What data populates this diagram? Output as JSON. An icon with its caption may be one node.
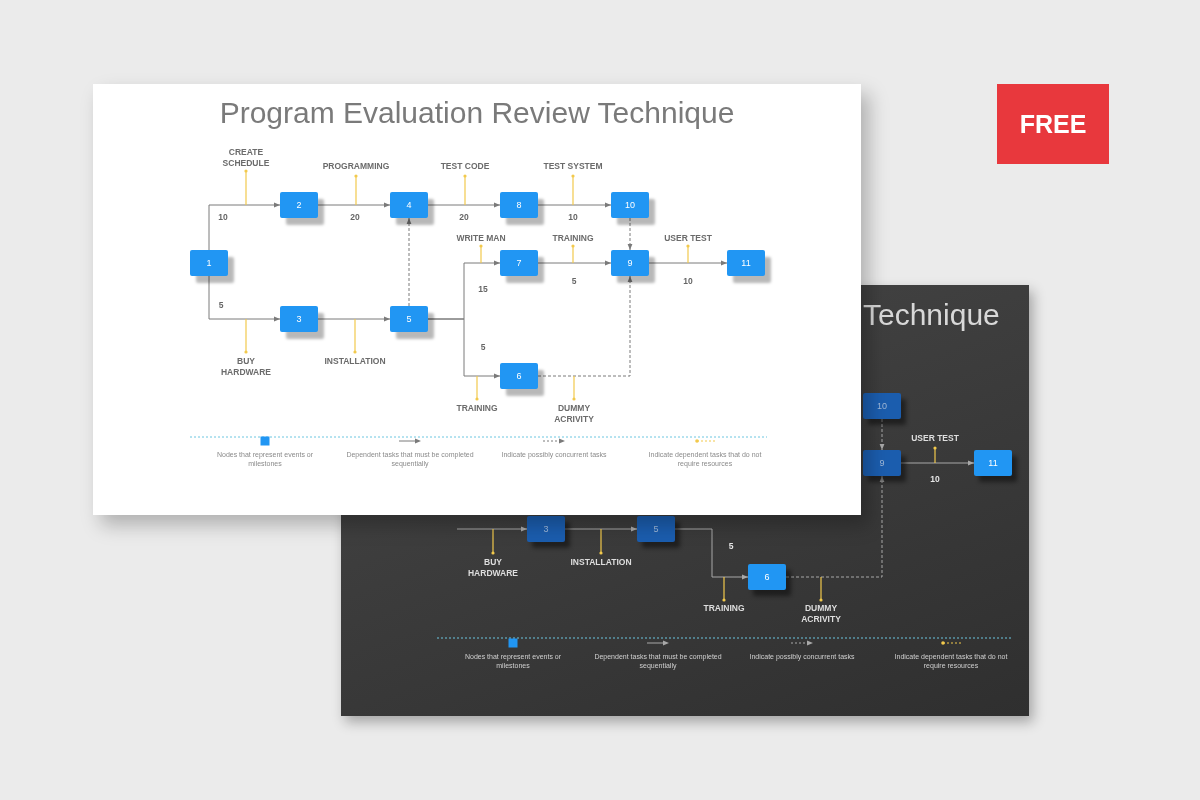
{
  "diagram": {
    "title": "Program Evaluation Review Technique",
    "nodes": [
      {
        "text": [
          "1"
        ]
      },
      {
        "text": [
          "2"
        ]
      },
      {
        "text": [
          "3"
        ]
      },
      {
        "text": [
          "4"
        ]
      },
      {
        "text": [
          "5"
        ]
      },
      {
        "text": [
          "6"
        ]
      },
      {
        "text": [
          "7"
        ]
      },
      {
        "text": [
          "8"
        ]
      },
      {
        "text": [
          "9"
        ]
      },
      {
        "text": [
          "10"
        ]
      },
      {
        "text": [
          "11"
        ]
      },
      {
        "text": [
          "10"
        ]
      },
      {
        "text": [
          "9"
        ]
      },
      {
        "text": [
          "11"
        ]
      },
      {
        "text": [
          "3"
        ]
      },
      {
        "text": [
          "5"
        ]
      },
      {
        "text": [
          "6"
        ]
      }
    ],
    "edges": [
      {
        "from": 0,
        "to": 1,
        "arrow": "to",
        "label": "10"
      },
      {
        "from": 0,
        "to": 2,
        "arrow": "to",
        "label": "5"
      },
      {
        "from": 1,
        "to": 3,
        "arrow": "to",
        "label": "20"
      },
      {
        "from": 2,
        "to": 4,
        "arrow": "to"
      },
      {
        "from": 3,
        "to": 7,
        "arrow": "to",
        "label": "20"
      },
      {
        "from": 7,
        "to": 9,
        "arrow": "to",
        "label": "10"
      },
      {
        "from": 4,
        "to": 3,
        "arrow": "to",
        "style": "dashed"
      },
      {
        "from": 4,
        "to": 6,
        "arrow": "to",
        "label": "15"
      },
      {
        "from": 4,
        "to": 5,
        "arrow": "to",
        "label": "5"
      },
      {
        "from": 6,
        "to": 8,
        "arrow": "to",
        "label": "5"
      },
      {
        "from": 9,
        "to": 8,
        "arrow": "to",
        "style": "dashed"
      },
      {
        "from": 5,
        "to": 8,
        "arrow": "to",
        "style": "dashed"
      },
      {
        "from": 8,
        "to": 10,
        "arrow": "to",
        "label": "10"
      },
      {
        "from": 11,
        "to": 12,
        "arrow": "to",
        "style": "dashed",
        "color": "#a8a8a8"
      },
      {
        "from": 12,
        "to": 13,
        "arrow": "to",
        "label": "10",
        "color": "#a8a8a8"
      },
      {
        "from": null,
        "to": 14,
        "arrow": "to",
        "color": "#a8a8a8"
      },
      {
        "from": 14,
        "to": 15,
        "arrow": "to",
        "color": "#a8a8a8"
      },
      {
        "from": 15,
        "to": 16,
        "arrow": "to",
        "label": "5",
        "color": "#a8a8a8"
      },
      {
        "from": 16,
        "to": 12,
        "arrow": "to",
        "style": "dashed",
        "color": "#a8a8a8"
      }
    ],
    "labels": [
      "CREATE SCHEDULE",
      "PROGRAMMING",
      "TEST CODE",
      "TEST SYSTEM",
      "WRITE MAN",
      "TRAINING",
      "USER TEST",
      "BUY HARDWARE",
      "INSTALLATION",
      "TRAINING",
      "DUMMY ACRIVITY",
      "FREE",
      "Technique",
      "USER TEST",
      "BUY HARDWARE",
      "INSTALLATION",
      "TRAINING",
      "DUMMY ACRIVITY"
    ],
    "legend": [
      {
        "text": "Nodes that represent events or milestones",
        "color": "#2196f3"
      },
      {
        "text": "Dependent tasks that must be completed sequentially"
      },
      {
        "text": "Indicate possibly concurrent tasks"
      },
      {
        "text": "Indicate dependent tasks that do not require resources"
      },
      {
        "text": "Nodes that represent events or milestones",
        "color": "#2196f3"
      },
      {
        "text": "Dependent tasks that must be completed sequentially"
      },
      {
        "text": "Indicate possibly concurrent tasks"
      },
      {
        "text": "Indicate dependent tasks that do not require resources"
      }
    ]
  }
}
